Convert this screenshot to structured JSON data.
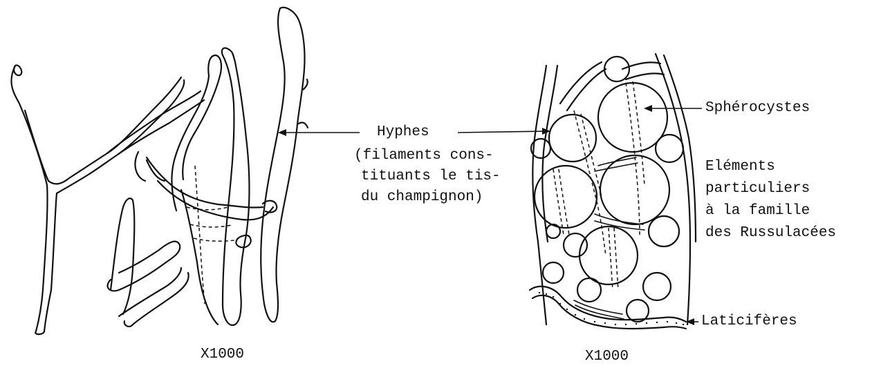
{
  "left_panel": {
    "magnification": "X1000"
  },
  "right_panel": {
    "magnification": "X1000"
  },
  "labels": {
    "hyphes": "Hyphes",
    "hyphes_desc": [
      "(filaments cons-",
      "tituants le tis-",
      "du champignon)"
    ],
    "spherocystes": "Sphérocystes",
    "elements": [
      "Eléments",
      "particuliers",
      "à la famille",
      "des Russulacées"
    ],
    "laticiferes": "Laticifères"
  },
  "colors": {
    "ink": "#111111",
    "background": "#ffffff"
  }
}
